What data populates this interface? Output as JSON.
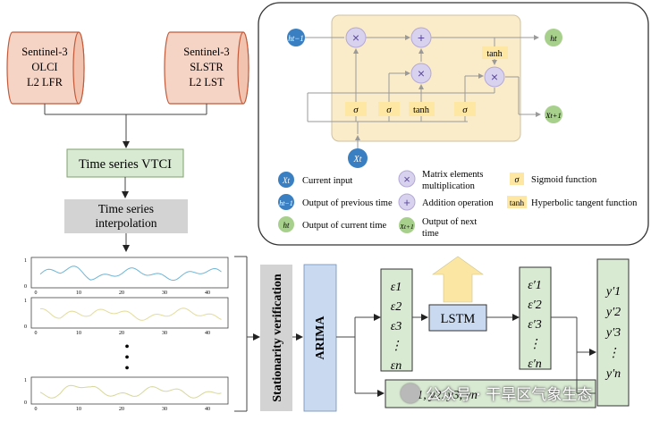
{
  "sources": [
    {
      "lines": [
        "Sentinel-3",
        "OLCI",
        "L2 LFR"
      ]
    },
    {
      "lines": [
        "Sentinel-3",
        "SLSTR",
        "L2 LST"
      ]
    }
  ],
  "steps": {
    "vtci": "Time series VTCI",
    "interp": [
      "Time series",
      "interpolation"
    ],
    "stationarity": "Stationarity  verification",
    "arima": "ARIMA",
    "lstm": "LSTM"
  },
  "residual_in": [
    "ε1",
    "ε2",
    "ε3",
    "⋮",
    "εn"
  ],
  "residual_out": [
    "ε′1",
    "ε′2",
    "ε′3",
    "⋮",
    "ε′n"
  ],
  "final_out": [
    "y′1",
    "y′2",
    "y′3",
    "⋮",
    "y′n"
  ],
  "linear_box": "y1, y2, y3, yn",
  "cell": {
    "inputs": {
      "prev_h": "ht−1",
      "x": "Xt"
    },
    "outputs": {
      "h": "ht",
      "x_next": "Xt+1"
    },
    "gates": [
      "σ",
      "σ",
      "tanh",
      "σ"
    ],
    "output_tanh": "tanh",
    "ops": [
      "×",
      "+",
      "×",
      "×"
    ]
  },
  "legend": [
    {
      "symbol": "Xt",
      "text": [
        "Current input"
      ]
    },
    {
      "symbol": "ht−1",
      "text": [
        "Output of previous time"
      ]
    },
    {
      "symbol": "ht",
      "text": [
        "Output of current time"
      ]
    },
    {
      "symbol": "×",
      "text": [
        "Matrix elements",
        "multiplication"
      ]
    },
    {
      "symbol": "+",
      "text": [
        "Addition operation"
      ]
    },
    {
      "symbol": "Xt+1",
      "text": [
        "Output of next",
        "time"
      ]
    },
    {
      "symbol": "σ",
      "text": [
        "Sigmoid function"
      ]
    },
    {
      "symbol": "tanh",
      "text": [
        "Hyperbolic tangent function"
      ]
    }
  ],
  "dots": "•",
  "plots": [
    {
      "ticks_x": [
        "0",
        "10",
        "20",
        "30",
        "40"
      ],
      "ticks_y": [
        "1",
        "0"
      ],
      "color": "#6fb6d6"
    },
    {
      "ticks_x": [
        "0",
        "10",
        "20",
        "30",
        "40"
      ],
      "ticks_y": [
        "1",
        "0"
      ],
      "color": "#e3dc9a"
    },
    {
      "ticks_x": [
        "0",
        "10",
        "20",
        "30",
        "40"
      ],
      "ticks_y": [
        "1",
        "0"
      ],
      "color": "#d7d79c"
    }
  ],
  "watermark": "公众号 · 干旱区气象生态",
  "colors": {
    "green": "#d9ead3",
    "blue": "#c9daf0",
    "pink": "#f6d4c5",
    "gray": "#d3d3d3",
    "cell": "#fbecc9",
    "gate": "#fde7a3",
    "op": "#d9d2ee",
    "node_blue": "#3a7fc1",
    "node_green": "#a8d08d",
    "arrow": "#fbe7a3"
  }
}
